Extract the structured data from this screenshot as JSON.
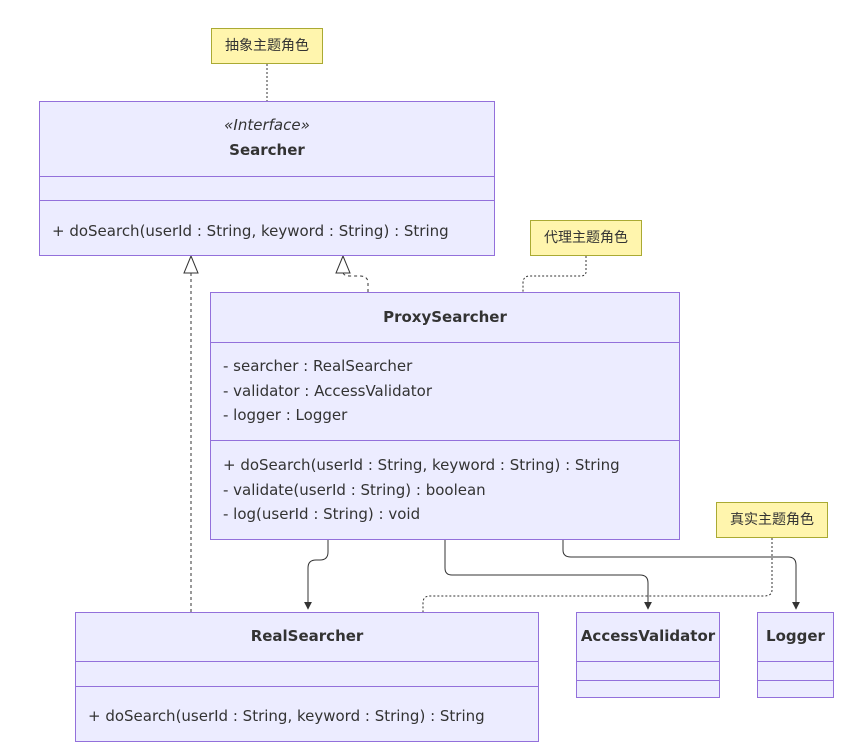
{
  "classes": {
    "searcher": {
      "stereotype": "«Interface»",
      "name": "Searcher",
      "attributes": [],
      "methods": [
        "+ doSearch(userId : String, keyword : String) : String"
      ]
    },
    "proxy": {
      "name": "ProxySearcher",
      "attributes": [
        "- searcher : RealSearcher",
        "- validator : AccessValidator",
        "- logger : Logger"
      ],
      "methods": [
        "+ doSearch(userId : String, keyword : String) : String",
        "- validate(userId : String) : boolean",
        "- log(userId : String) : void"
      ]
    },
    "real": {
      "name": "RealSearcher",
      "attributes": [],
      "methods": [
        "+ doSearch(userId : String, keyword : String) : String"
      ]
    },
    "validator": {
      "name": "AccessValidator",
      "attributes": [],
      "methods": []
    },
    "logger": {
      "name": "Logger",
      "attributes": [],
      "methods": []
    }
  },
  "notes": {
    "abstract": "抽象主题角色",
    "proxy": "代理主题角色",
    "real": "真实主题角色"
  },
  "colors": {
    "class_fill": "#ECECFF",
    "class_border": "#9370DB",
    "note_fill": "#FFF5AD",
    "note_border": "#AAAA33",
    "edge": "#333333"
  }
}
